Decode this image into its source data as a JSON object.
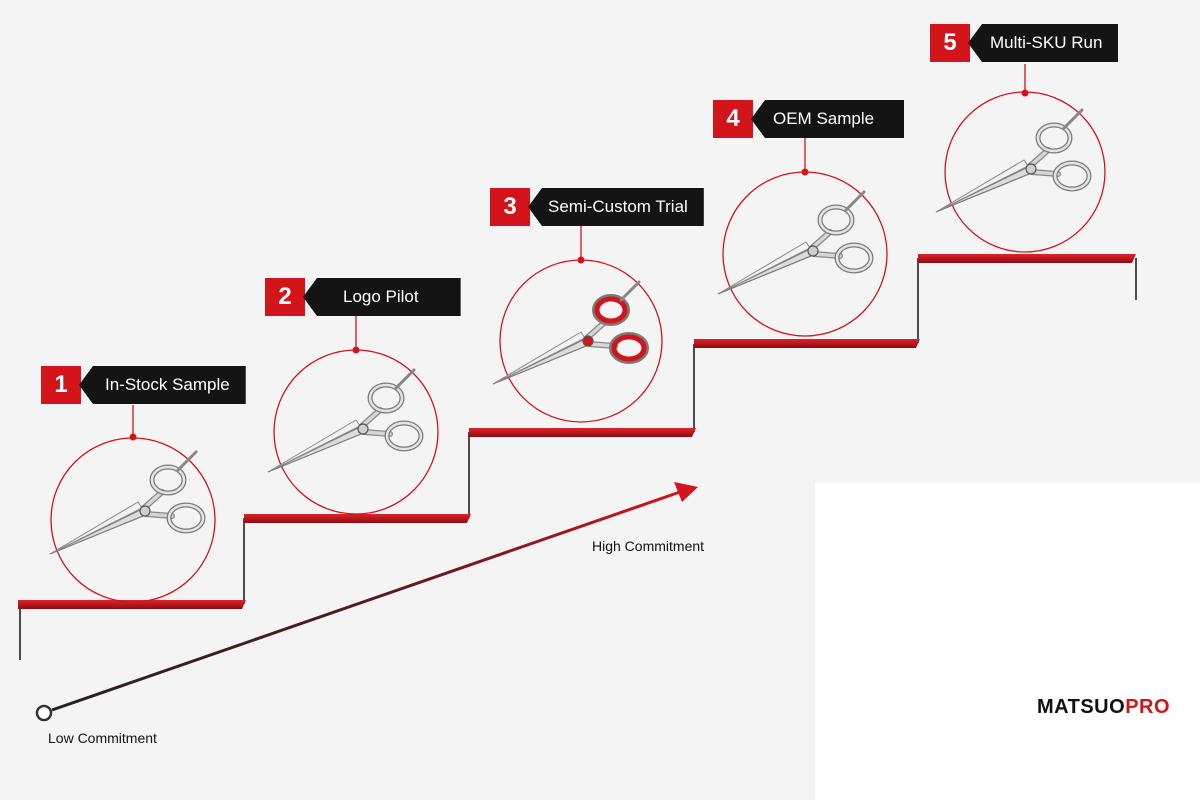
{
  "steps": [
    {
      "number": "1",
      "title": "In-Stock Sample"
    },
    {
      "number": "2",
      "title": "Logo Pilot"
    },
    {
      "number": "3",
      "title": "Semi-Custom Trial"
    },
    {
      "number": "4",
      "title": "OEM Sample"
    },
    {
      "number": "5",
      "title": "Multi-SKU Run"
    }
  ],
  "axis": {
    "low_label": "Low Commitment",
    "high_label": "High Commitment"
  },
  "brand": {
    "part1": "MATSUO",
    "part2": "PRO"
  },
  "colors": {
    "accent": "#d3141b",
    "dark": "#141414",
    "background": "#f4f4f5"
  },
  "icons": [
    "scissors-icon",
    "arrow-icon",
    "start-point-icon"
  ]
}
